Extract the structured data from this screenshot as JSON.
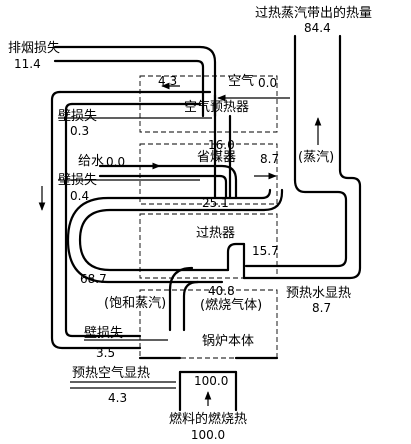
{
  "labels": {
    "superheated_steam_heat": "过热蒸汽带出的热量",
    "superheated_steam_value": "84.4",
    "flue_gas_loss": "排烟损失",
    "flue_gas_loss_value": "11.4",
    "air_in_value_left": "4.3",
    "air_label": "空气",
    "air_in_value": "0.0",
    "air_preheater": "空气预热器",
    "wall_loss_top": "壁损失",
    "wall_loss_top_value": "0.3",
    "air_preheater_gas": "16.0",
    "economizer": "省煤器",
    "feedwater": "给水",
    "feedwater_value": "0.0",
    "economizer_right": "8.7",
    "steam_label": "(蒸汽)",
    "wall_loss_mid": "壁损失",
    "wall_loss_mid_value": "0.4",
    "economizer_gas": "25.1",
    "superheater": "过热器",
    "superheater_inner": "15.7",
    "left_loop_value": "68.7",
    "superheater_gas": "40.8",
    "preheat_water": "预热水显热",
    "preheat_water_value": "8.7",
    "saturated_steam": "(饱和蒸汽)",
    "combustion_gas": "(燃烧气体)",
    "wall_loss_bottom": "壁损失",
    "wall_loss_bottom_value": "3.5",
    "boiler_body": "锅炉本体",
    "preheat_air": "预热空气显热",
    "preheat_air_value": "4.3",
    "fuel_input_inner": "100.0",
    "fuel_heat": "燃料的燃烧热",
    "fuel_heat_value": "100.0"
  },
  "colors": {
    "ink": "#000000",
    "background": "#ffffff"
  }
}
